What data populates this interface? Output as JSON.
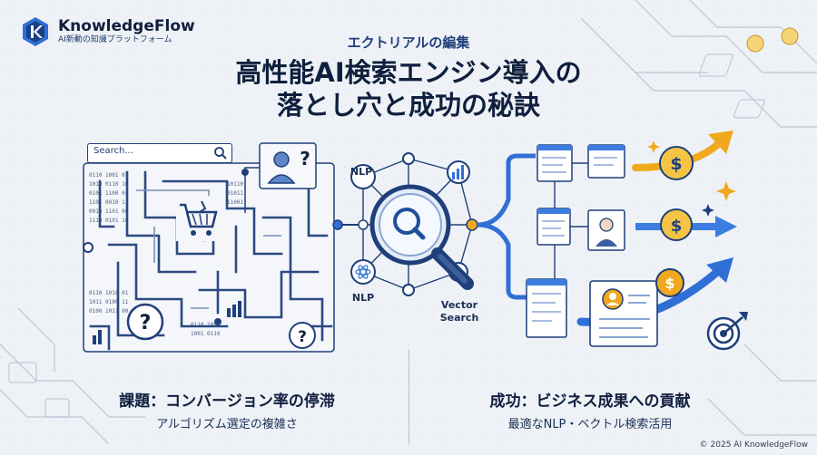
{
  "brand": {
    "name": "KnowledgeFlow",
    "tagline": "AI新動の知識プラットフォーム"
  },
  "header": {
    "eyebrow": "エクトリアルの編集",
    "title_line1": "高性能AI検索エンジン導入の",
    "title_line2": "落とし穴と成功の秘訣"
  },
  "left_panel": {
    "search_placeholder": "Search...",
    "caption_title": "課題：コンバージョン率の停滞",
    "caption_sub": "アルゴリズム選定の複雑さ",
    "icons": [
      "search-icon",
      "user-question-icon",
      "broken-cart-icon",
      "question-icon",
      "maze-icon",
      "binary-data"
    ]
  },
  "center_panel": {
    "node_top": "NLP",
    "node_bottom_left": "NLP",
    "node_bottom_right_line1": "Vector",
    "node_bottom_right_line2": "Search",
    "icons": [
      "magnifier-icon",
      "network-nodes"
    ]
  },
  "right_panel": {
    "caption_title": "成功：ビジネス成果への貢献",
    "caption_sub": "最適なNLP・ベクトル検索活用",
    "icons": [
      "dollar-coin-icon",
      "up-arrow-icon",
      "profile-card-icon",
      "target-icon",
      "document-icon"
    ]
  },
  "footer": {
    "copyright": "© 2025 AI KnowledgeFlow"
  },
  "colors": {
    "navy": "#0f1f3d",
    "blue": "#1f4f9a",
    "accent_blue": "#3b7de0",
    "gold": "#f0a81c",
    "bg": "#eef2f7"
  }
}
